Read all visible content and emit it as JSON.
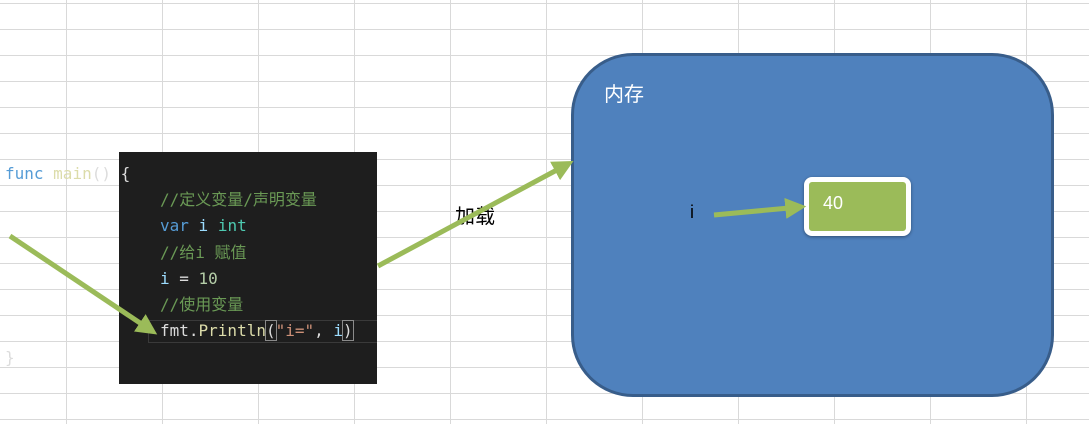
{
  "code": {
    "line1": {
      "keyword": "func",
      "name": "main",
      "rest": "() {"
    },
    "line2": {
      "comment": "//定义变量/声明变量"
    },
    "line3": {
      "keyword": "var",
      "name": "i",
      "type": "int"
    },
    "line4": {
      "comment": "//给i 赋值"
    },
    "line5": {
      "name": "i",
      "op": " = ",
      "value": "10"
    },
    "line6": {
      "comment": "//使用变量"
    },
    "line7": {
      "pkg": "fmt.",
      "func": "Println",
      "open": "(",
      "string": "\"i=\"",
      "sep": ", ",
      "arg": "i",
      "close": ")"
    },
    "line8": {
      "brace": "}"
    }
  },
  "diagram": {
    "load_label": "加载",
    "memory_label": "内存",
    "variable_name": "i",
    "variable_value": "40"
  },
  "colors": {
    "memory_fill": "#4f81bd",
    "memory_border": "#385d8a",
    "cell_fill": "#9bbb59",
    "arrow": "#9bbb59",
    "code_bg": "#1e1e1e"
  }
}
